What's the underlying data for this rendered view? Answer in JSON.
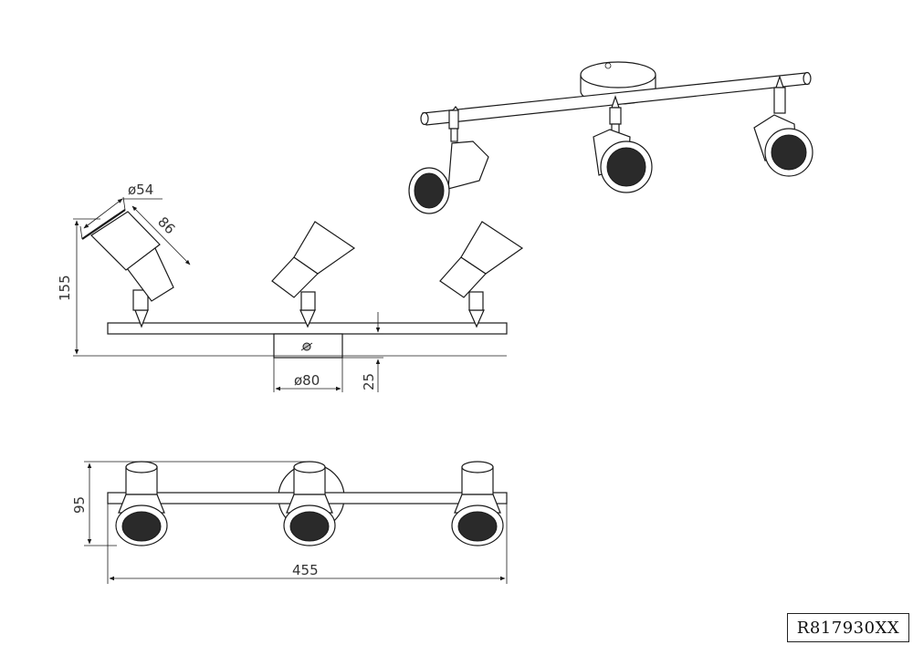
{
  "model_code": "R817930XX",
  "dimensions": {
    "shade_diameter": "ø54",
    "shade_length": "86",
    "total_height": "155",
    "base_diameter": "ø80",
    "base_height": "25",
    "depth": "95",
    "length": "455"
  }
}
